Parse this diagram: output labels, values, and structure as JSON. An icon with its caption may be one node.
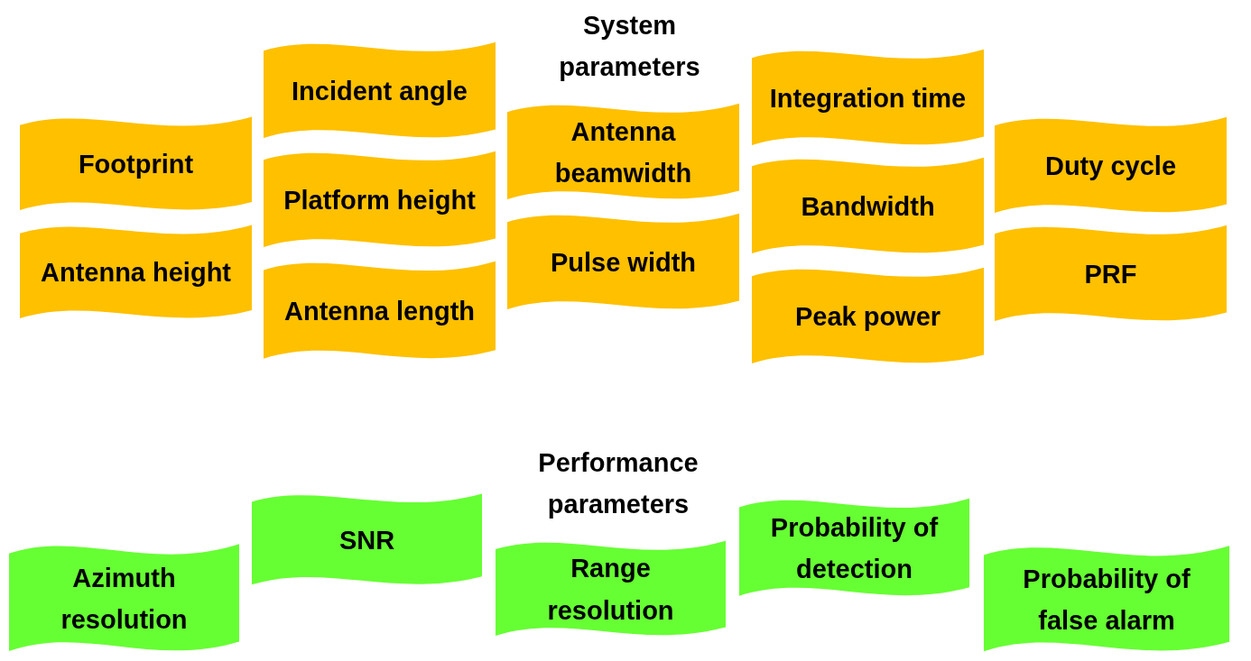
{
  "diagram": {
    "nodes": [
      {
        "text": [
          "Footprint"
        ]
      },
      {
        "text": [
          "Antenna height"
        ]
      },
      {
        "text": [
          "Incident angle"
        ]
      },
      {
        "text": [
          "Platform height"
        ]
      },
      {
        "text": [
          "Antenna length"
        ]
      },
      {
        "text": [
          "Antenna beamwidth"
        ]
      },
      {
        "text": [
          "Pulse width"
        ]
      },
      {
        "text": [
          "Integration time"
        ]
      },
      {
        "text": [
          "Bandwidth"
        ]
      },
      {
        "text": [
          "Peak power"
        ]
      },
      {
        "text": [
          "Duty cycle"
        ]
      },
      {
        "text": [
          "PRF"
        ]
      },
      {
        "text": [
          "Azimuth resolution"
        ]
      },
      {
        "text": [
          "SNR"
        ]
      },
      {
        "text": [
          "Range resolution"
        ]
      },
      {
        "text": [
          "Probability of detection"
        ]
      },
      {
        "text": [
          "Probability of false alarm"
        ]
      }
    ],
    "edges": [],
    "labels": [
      "System parameters",
      "Performance parameters"
    ]
  }
}
